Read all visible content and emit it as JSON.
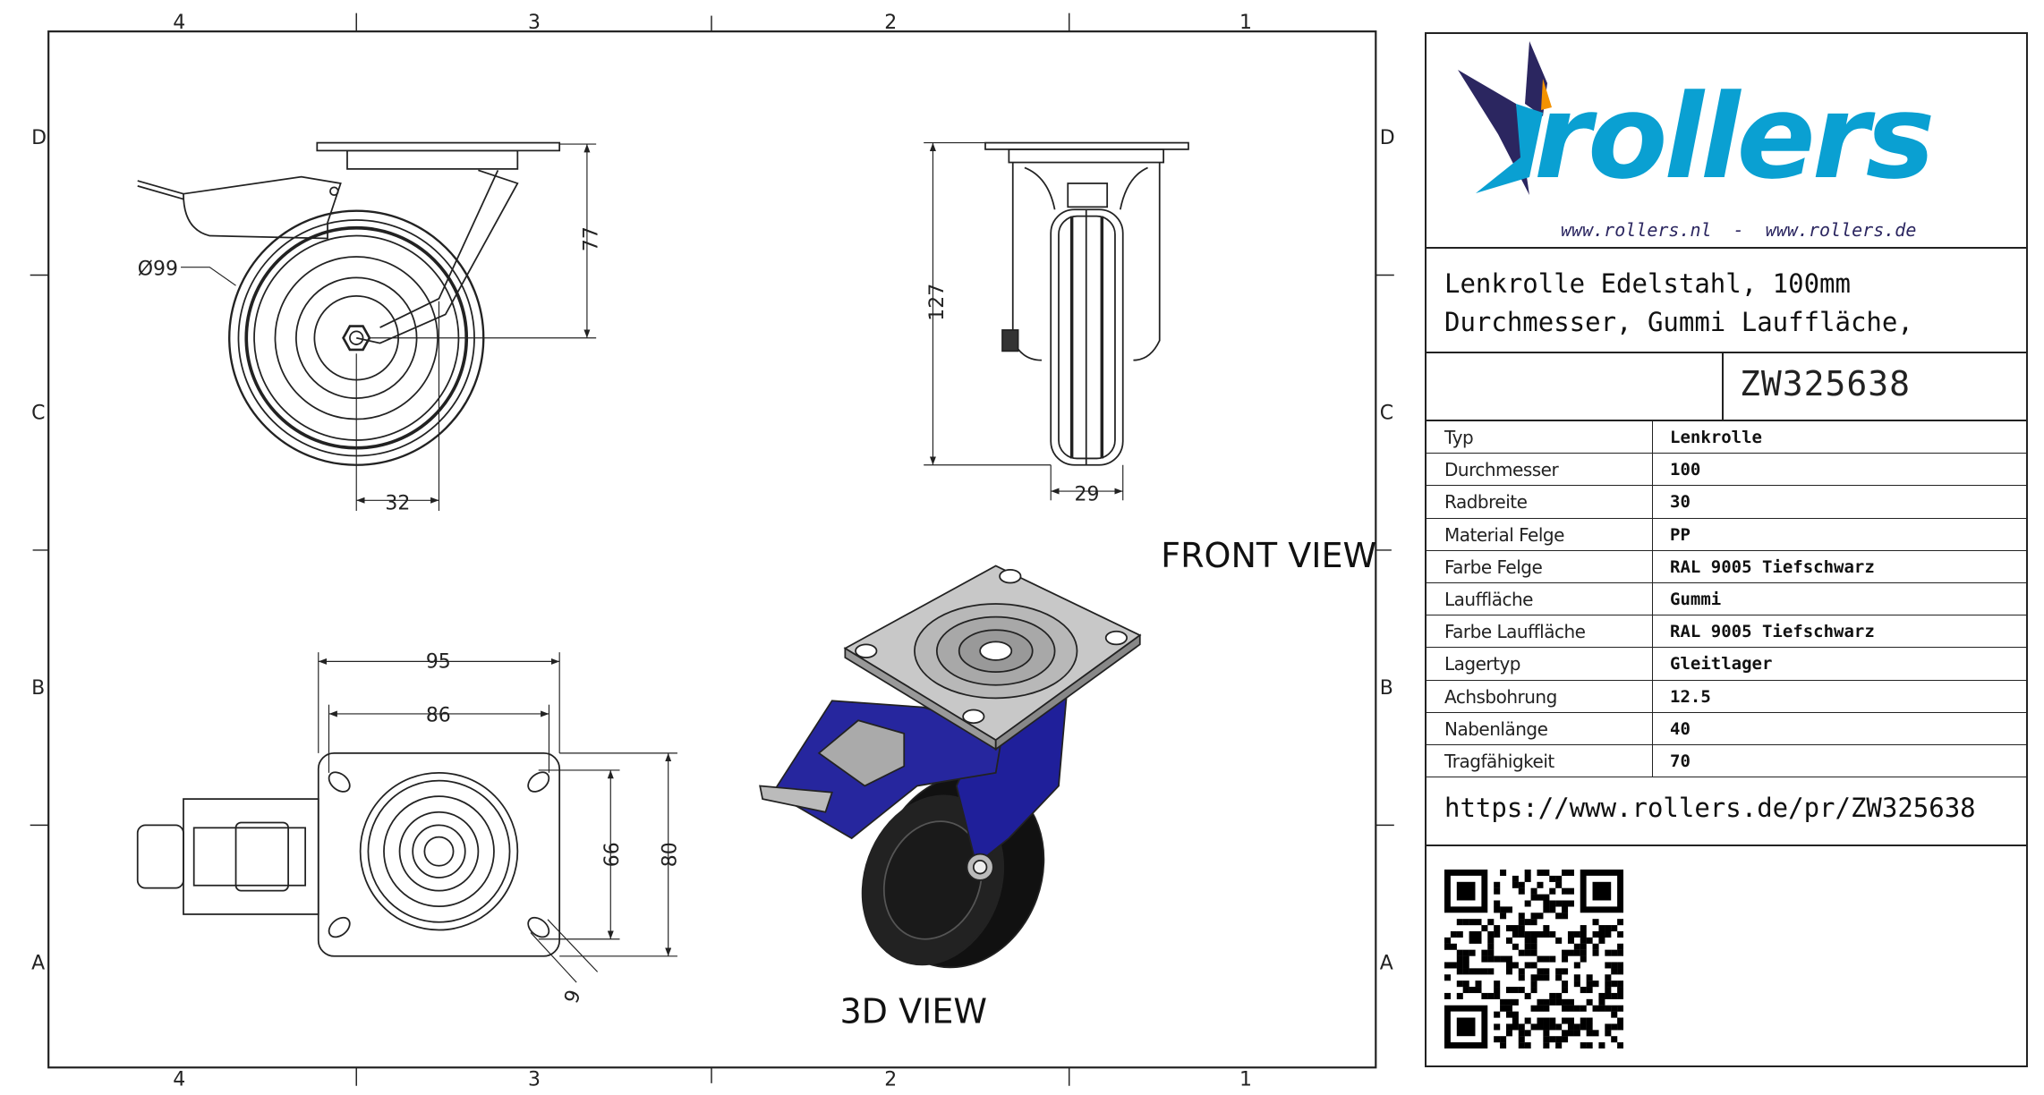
{
  "frame": {
    "zones_top": [
      "4",
      "3",
      "2",
      "1"
    ],
    "zones_side": [
      "D",
      "C",
      "B",
      "A"
    ]
  },
  "views": {
    "front_view_label": "FRONT VIEW",
    "view_3d_label": "3D VIEW",
    "dimensions": {
      "diameter": "Ø99",
      "height_swivel": "77",
      "offset": "32",
      "total_height": "127",
      "wheel_width": "29",
      "plate_width": "95",
      "hole_spacing_x": "86",
      "hole_spacing_y": "66",
      "plate_length": "80",
      "hole_diameter": "9"
    }
  },
  "logo": {
    "brand": "rollers",
    "urls": "www.rollers.nl  -  www.rollers.de",
    "colors": {
      "blue": "#0aa0d2",
      "navy": "#2b2660",
      "orange": "#f39200"
    }
  },
  "title_block": {
    "title_line1": "Lenkrolle Edelstahl, 100mm",
    "title_line2": "Durchmesser, Gummi Lauffläche,",
    "part_number": "ZW325638",
    "specs": [
      {
        "label": "Typ",
        "value": "Lenkrolle"
      },
      {
        "label": "Durchmesser",
        "value": "100"
      },
      {
        "label": "Radbreite",
        "value": "30"
      },
      {
        "label": "Material Felge",
        "value": "PP"
      },
      {
        "label": "Farbe Felge",
        "value": "RAL 9005 Tiefschwarz"
      },
      {
        "label": "Lauffläche",
        "value": "Gummi"
      },
      {
        "label": "Farbe Lauffläche",
        "value": "RAL 9005 Tiefschwarz"
      },
      {
        "label": "Lagertyp",
        "value": "Gleitlager"
      },
      {
        "label": "Achsbohrung",
        "value": "12.5"
      },
      {
        "label": "Nabenlänge",
        "value": "40"
      },
      {
        "label": "Tragfähigkeit",
        "value": "70"
      }
    ],
    "url": "https://www.rollers.de/pr/ZW325638"
  }
}
